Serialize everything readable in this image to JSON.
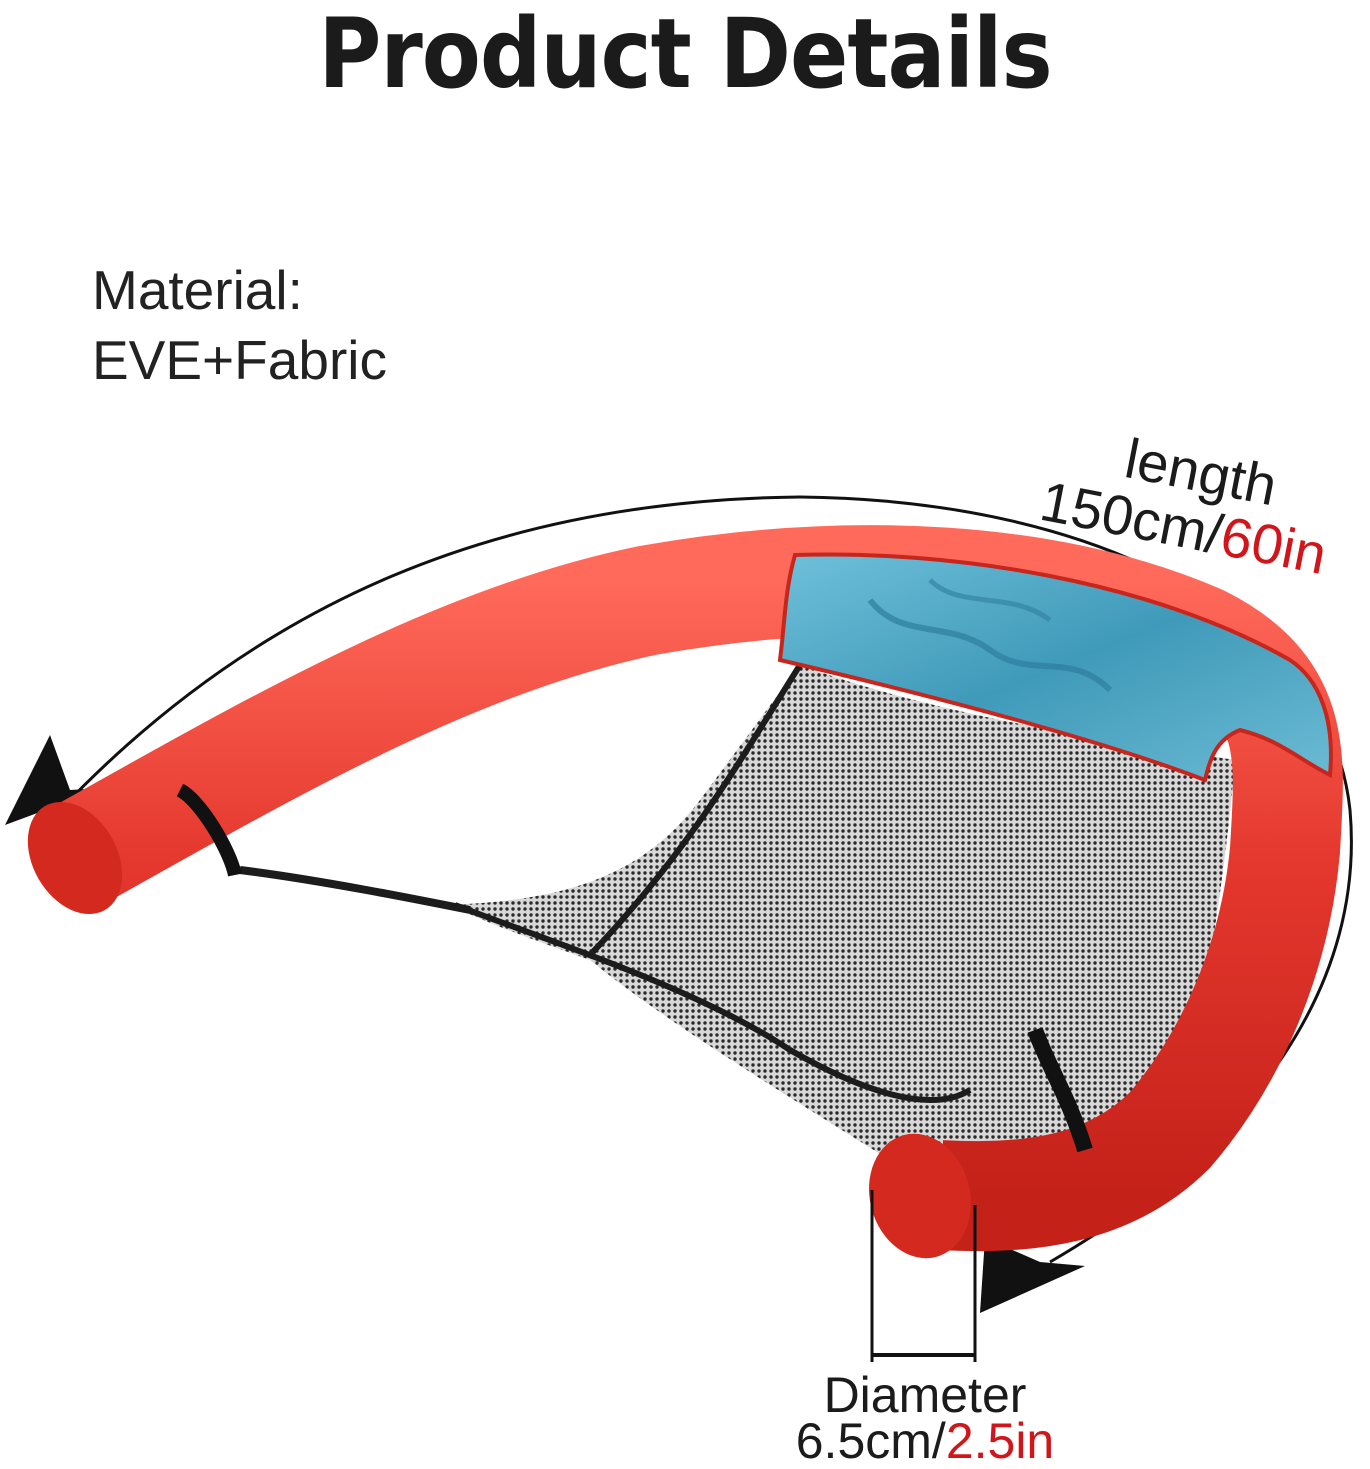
{
  "title": "Product Details",
  "material": {
    "label": "Material:",
    "value": "EVE+Fabric"
  },
  "length": {
    "label": "length",
    "metric": "150cm/",
    "imperial": "60in"
  },
  "diameter": {
    "label": "Diameter",
    "metric": "6.5cm/",
    "imperial": "2.5in"
  },
  "colors": {
    "noodle_red": "#e5382e",
    "cover_blue": "#4fa6c4",
    "mesh_black": "#1c1c1c",
    "accent_red": "#d0161b"
  }
}
